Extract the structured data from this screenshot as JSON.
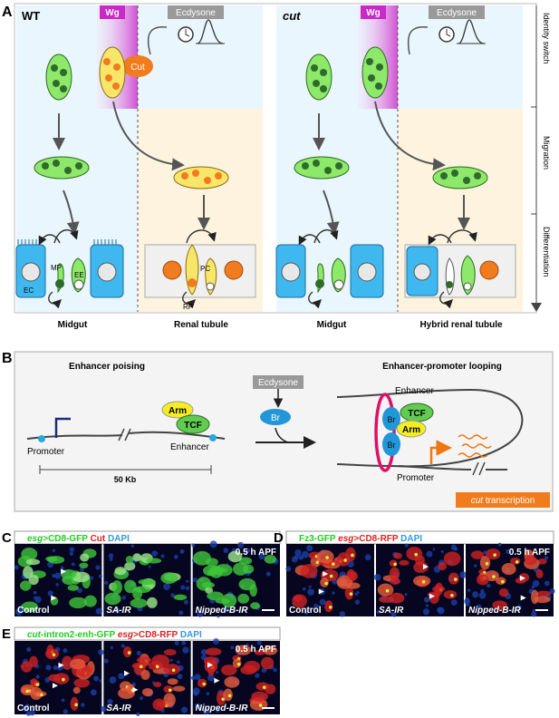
{
  "panel_a": {
    "letter": "A",
    "wt_label": "WT",
    "cut_label": "cut",
    "wg_tag": "Wg",
    "ecdysone_tag": "Ecdysone",
    "cut_bubble": "Cut",
    "side_labels": [
      "Identity switch",
      "Migration",
      "Differentiation"
    ],
    "cell_labels": {
      "ec": "EC",
      "mp": "MP",
      "ee": "EE",
      "pc": "PC",
      "rp": "RP"
    },
    "bottom_labels": [
      "Midgut",
      "Renal tubule",
      "Midgut",
      "Hybrid renal tubule"
    ]
  },
  "panel_b": {
    "letter": "B",
    "enhancer_poising": "Enhancer poising",
    "looping_title": "Enhancer-promoter looping",
    "arm": "Arm",
    "tcf": "TCF",
    "br": "Br",
    "promoter": "Promoter",
    "enhancer": "Enhancer",
    "ecdysone": "Ecdysone",
    "scale": "50 Kb",
    "cut_transcription_italic": "cut",
    "cut_transcription_rest": " transcription"
  },
  "panel_c": {
    "letter": "C",
    "legend": [
      {
        "text": "esg",
        "color": "#22cc22",
        "italic": true
      },
      {
        "text": ">CD8-GFP",
        "color": "#22cc22",
        "italic": false
      },
      {
        "text": "Cut",
        "color": "#dd2222",
        "italic": false
      },
      {
        "text": "DAPI",
        "color": "#3399dd",
        "italic": false
      }
    ],
    "timepoint": "0.5 h APF",
    "conditions": [
      "Control",
      "SA-IR",
      "Nipped-B-IR"
    ]
  },
  "panel_d": {
    "letter": "D",
    "legend": [
      {
        "text": "Fz3-GFP",
        "color": "#22cc22",
        "italic": false
      },
      {
        "text": "esg",
        "color": "#dd2222",
        "italic": true
      },
      {
        "text": ">CD8-RFP",
        "color": "#dd2222",
        "italic": false
      },
      {
        "text": "DAPI",
        "color": "#3399dd",
        "italic": false
      }
    ],
    "timepoint": "0.5 h APF",
    "conditions": [
      "Control",
      "SA-IR",
      "Nipped-B-IR"
    ]
  },
  "panel_e": {
    "letter": "E",
    "legend": [
      {
        "text": "cut",
        "color": "#22cc22",
        "italic": true
      },
      {
        "text": "-intron2-enh-GFP",
        "color": "#22cc22",
        "italic": false
      },
      {
        "text": "esg",
        "color": "#dd2222",
        "italic": true
      },
      {
        "text": ">CD8-RFP",
        "color": "#dd2222",
        "italic": false
      },
      {
        "text": "DAPI",
        "color": "#3399dd",
        "italic": false
      }
    ],
    "timepoint": "0.5 h APF",
    "conditions": [
      "Control",
      "SA-IR",
      "Nipped-B-IR"
    ]
  },
  "colors": {
    "ec_blue": "#3fb8f0",
    "progenitor_green": "#8ee86a",
    "renal_yellow": "#f7e66a",
    "pc_orange": "#f0883a",
    "wg_magenta": "#cc33cc",
    "migration_tan": "#fdf3df"
  }
}
